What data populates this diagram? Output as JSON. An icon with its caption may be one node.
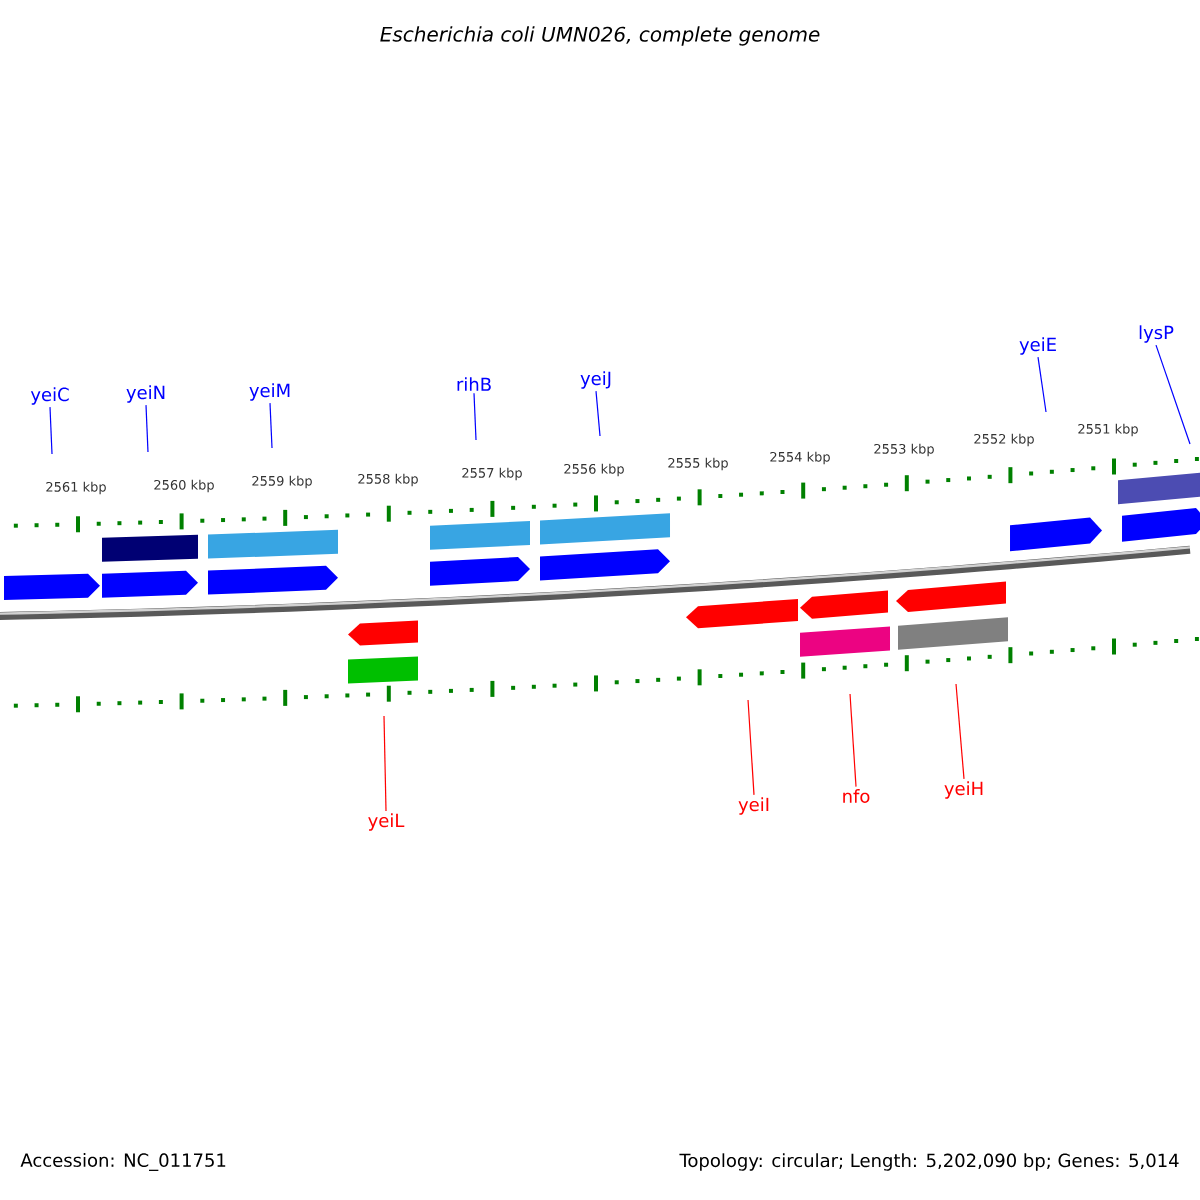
{
  "diagram": {
    "title": "*Escherichia coli* UMN026, complete genome",
    "nodes": [
      {
        "text": [
          "yeiC"
        ]
      },
      {
        "text": [
          "yeiN"
        ]
      },
      {
        "text": [
          "yeiM"
        ]
      },
      {
        "text": [
          "rihB"
        ]
      },
      {
        "text": [
          "yeiJ"
        ]
      },
      {
        "text": [
          "yeiE"
        ]
      },
      {
        "text": [
          "lysP"
        ]
      },
      {
        "text": [
          "yeiL"
        ]
      },
      {
        "text": [
          "yeiI"
        ]
      },
      {
        "text": [
          "nfo"
        ]
      },
      {
        "text": [
          "yeiH"
        ]
      }
    ],
    "edges": [
      {
        "from": 0,
        "to": null,
        "arrow": "none"
      },
      {
        "from": 1,
        "to": null,
        "arrow": "none"
      },
      {
        "from": 2,
        "to": null,
        "arrow": "none"
      },
      {
        "from": 3,
        "to": null,
        "arrow": "none"
      },
      {
        "from": 4,
        "to": null,
        "arrow": "none"
      },
      {
        "from": 5,
        "to": null,
        "arrow": "none"
      },
      {
        "from": 6,
        "to": null,
        "arrow": "none"
      },
      {
        "from": 7,
        "to": null,
        "arrow": "none",
        "color": "#ff0000"
      },
      {
        "from": 8,
        "to": null,
        "arrow": "none",
        "color": "#ff0000"
      },
      {
        "from": 9,
        "to": null,
        "arrow": "none",
        "color": "#ff0000"
      },
      {
        "from": 10,
        "to": null,
        "arrow": "none",
        "color": "#ff0000"
      }
    ],
    "labels": [
      "2561 kbp",
      "2560 kbp",
      "2559 kbp",
      "2558 kbp",
      "2557 kbp",
      "2556 kbp",
      "2555 kbp",
      "2554 kbp",
      "2553 kbp",
      "2552 kbp",
      "2551 kbp",
      "Accession: NC_011751",
      "Topology: circular; Length: 5,202,090 bp; Genes: 5,014"
    ]
  }
}
